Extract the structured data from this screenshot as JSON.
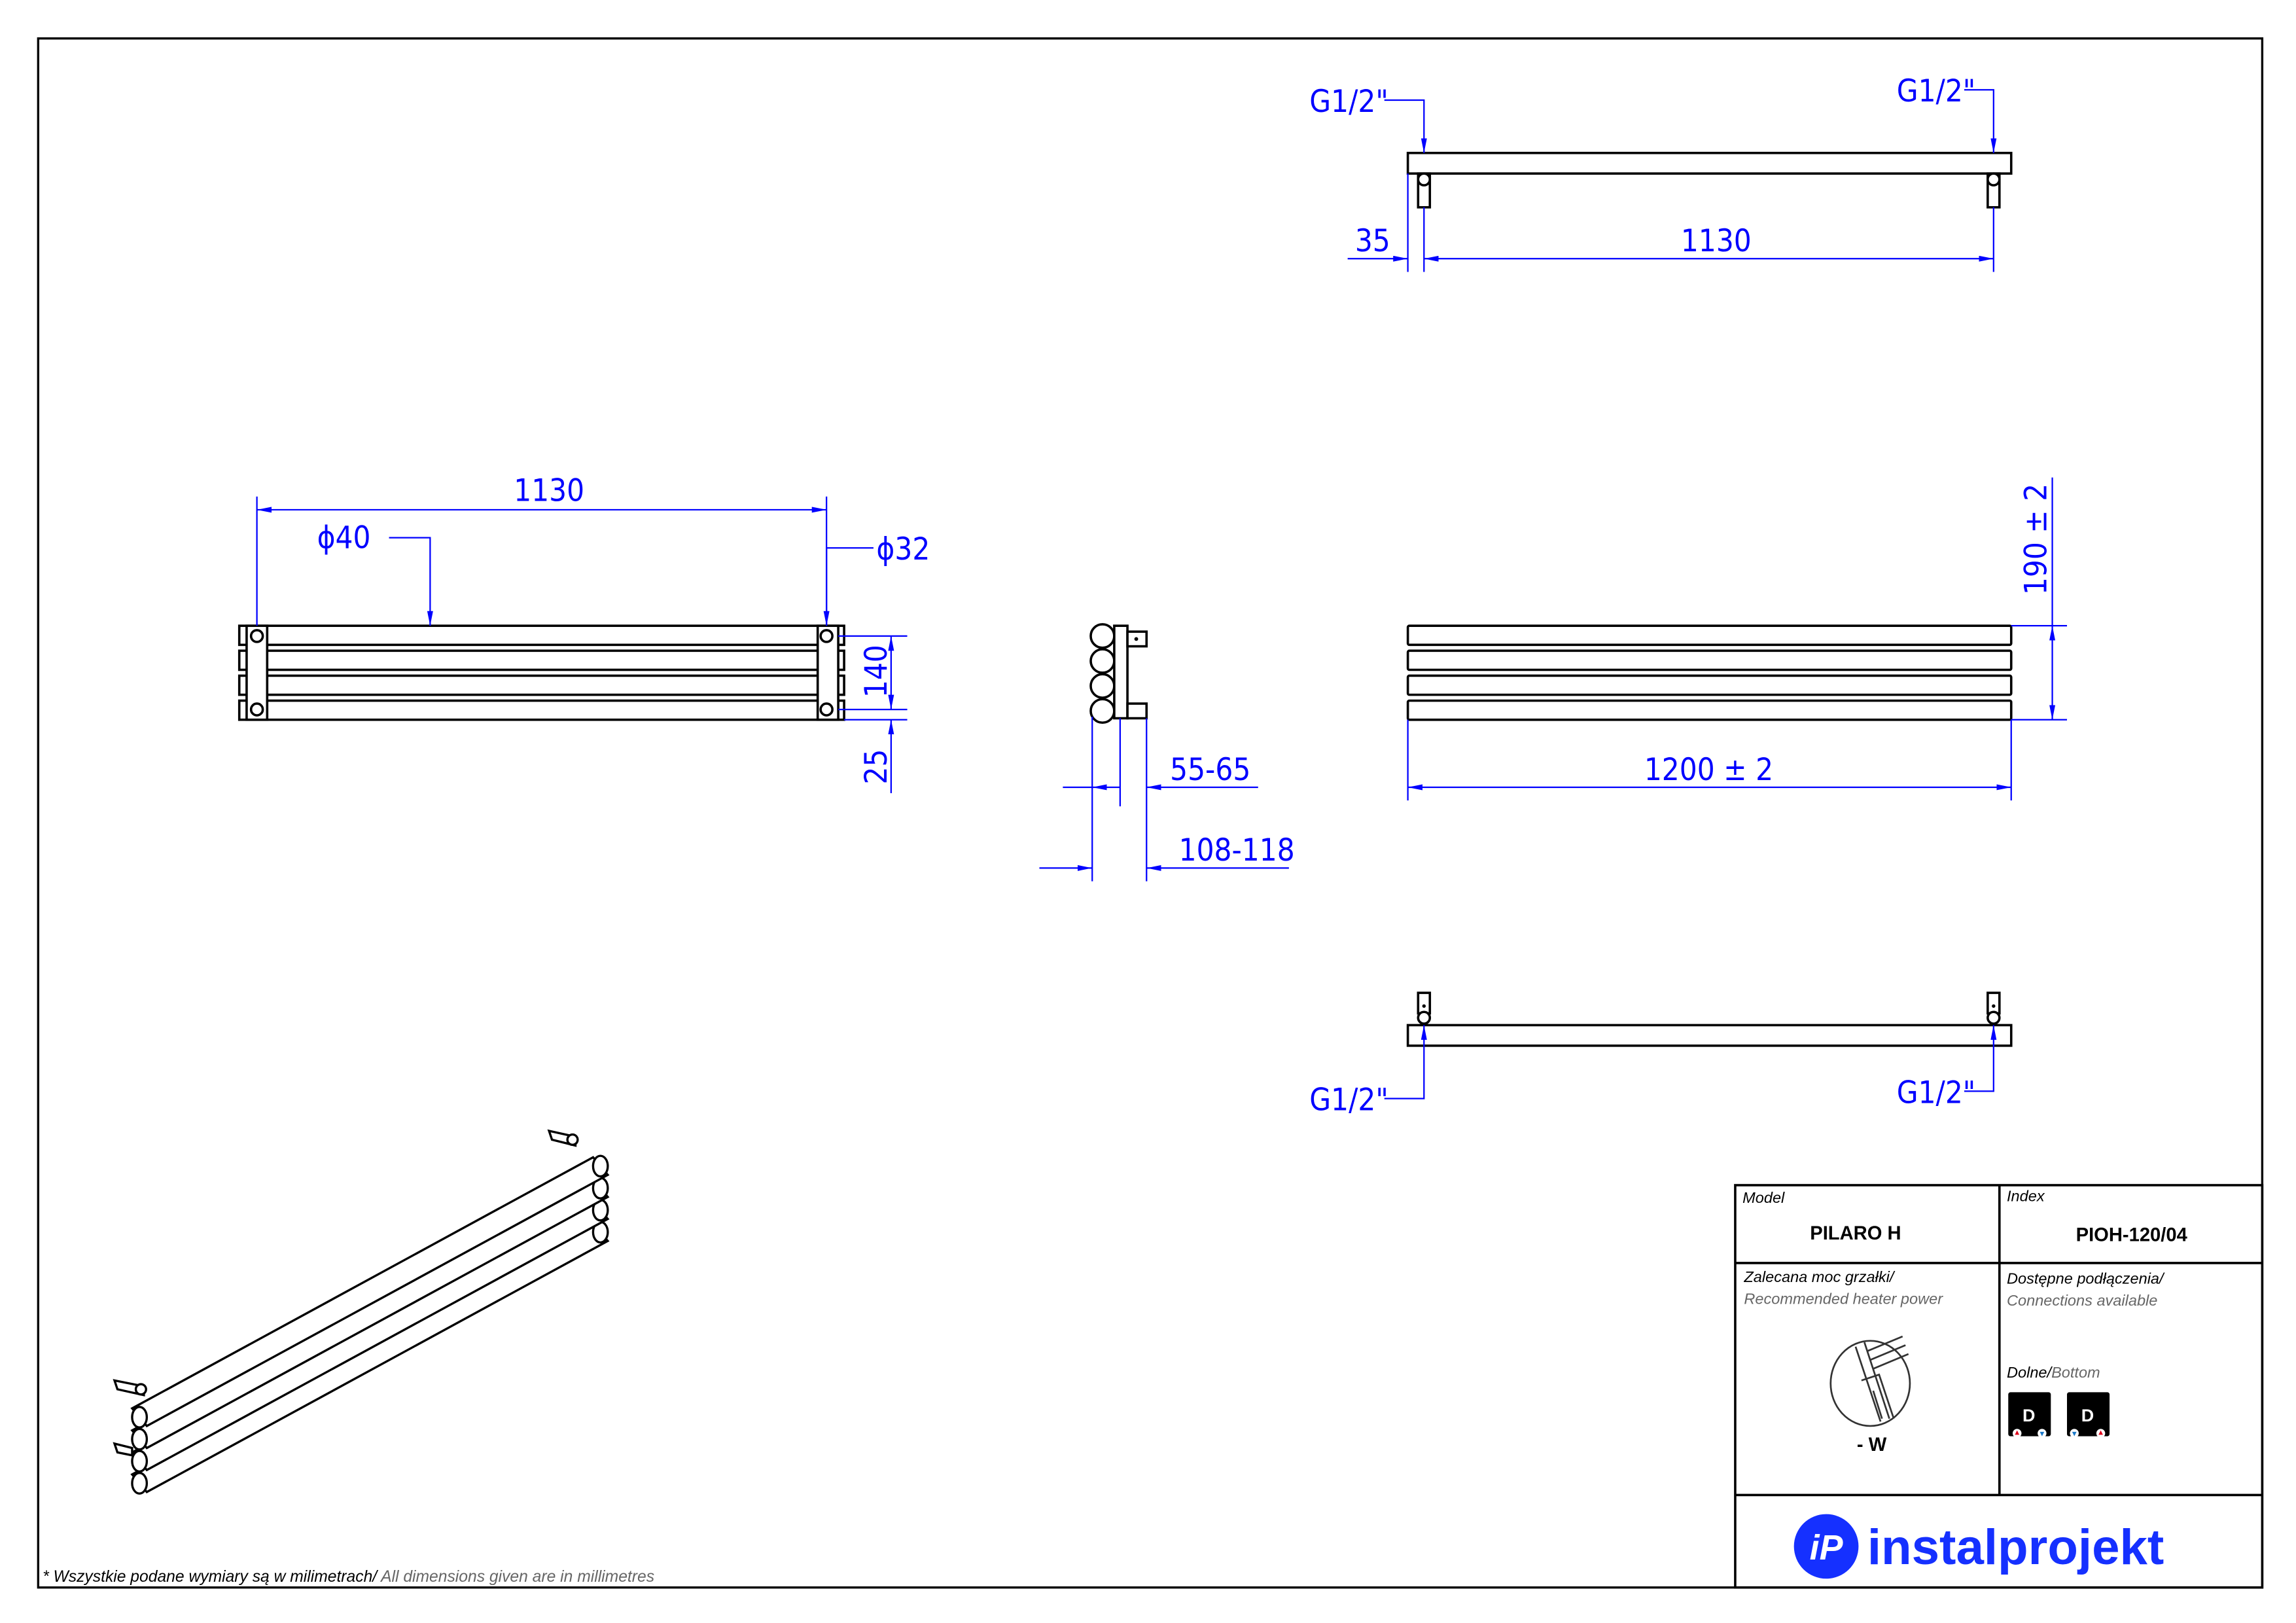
{
  "views": {
    "top": {
      "conn_left": "G1/2\"",
      "conn_right": "G1/2\"",
      "offset": "35",
      "spacing": "1130"
    },
    "front": {
      "spacing": "1130",
      "tube_diameter": "ϕ40",
      "bracket_diameter": "ϕ32",
      "bracket_height": "140",
      "bottom_offset": "25"
    },
    "side": {
      "wall_distance": "55-65",
      "total_depth": "108-118"
    },
    "front_right": {
      "height": "190 ± 2",
      "width": "1200 ± 2"
    },
    "bottom": {
      "conn_left": "G1/2\"",
      "conn_right": "G1/2\""
    }
  },
  "title_block": {
    "model_label": "Model",
    "model_value": "PILARO H",
    "index_label": "Index",
    "index_value": "PIOH-120/04",
    "heater_label_pl": "Zalecana moc grzałki/",
    "heater_label_en": "Recommended heater power",
    "heater_value": "- W",
    "connections_label_pl": "Dostępne podłączenia/",
    "connections_label_en": "Connections available",
    "connection_type_pl": "Dolne/",
    "connection_type_en": "Bottom",
    "connection_badges": [
      "D",
      "D"
    ],
    "brand": "instalprojekt",
    "brand_mark": "iP",
    "brand_color": "#1530ff"
  },
  "footnote": {
    "pl": "* Wszystkie podane wymiary są w milimetrach/",
    "en": " All dimensions given are in millimetres"
  },
  "colors": {
    "dimension": "#0000ff",
    "hot": "#e0001a",
    "cold": "#1a78c8"
  }
}
